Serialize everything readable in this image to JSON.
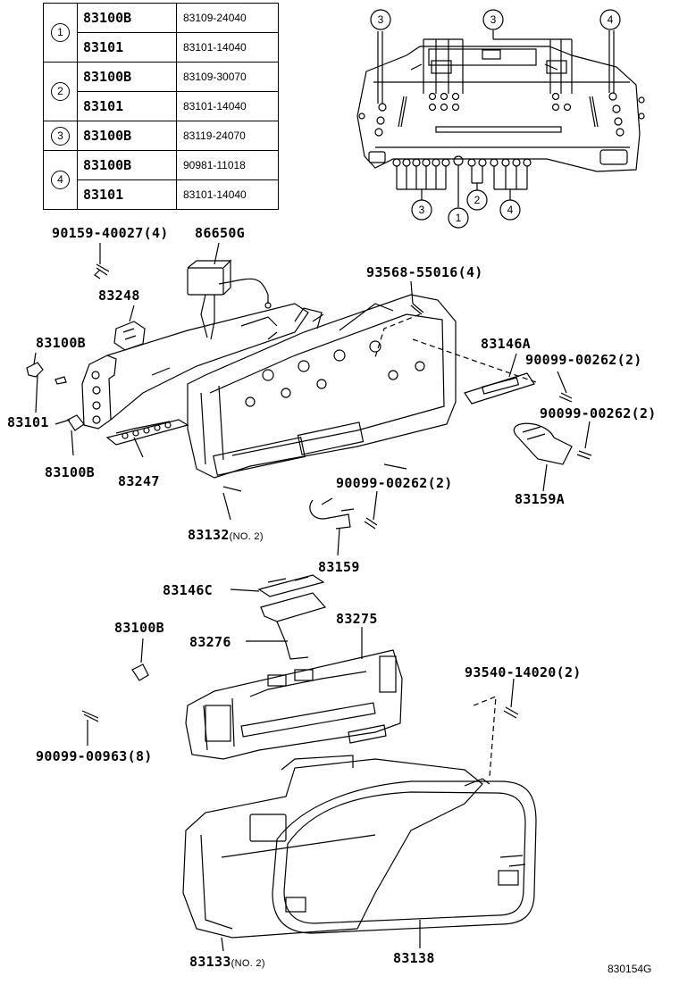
{
  "table": [
    {
      "circle": "1",
      "rows": [
        [
          "83100B",
          "83109-24040"
        ],
        [
          "83101",
          "83101-14040"
        ]
      ]
    },
    {
      "circle": "2",
      "rows": [
        [
          "83100B",
          "83109-30070"
        ],
        [
          "83101",
          "83101-14040"
        ]
      ]
    },
    {
      "circle": "3",
      "rows": [
        [
          "83100B",
          "83119-24070"
        ]
      ]
    },
    {
      "circle": "4",
      "rows": [
        [
          "83100B",
          "90981-11018"
        ],
        [
          "83101",
          "83101-14040"
        ]
      ]
    }
  ],
  "top_circles": {
    "a": "3",
    "b": "3",
    "c": "4"
  },
  "bottom_circles": {
    "a": "3",
    "b": "1",
    "c": "2",
    "d": "4"
  },
  "labels": {
    "p90159": "90159-40027(4)",
    "p86650G": "86650G",
    "p83248": "83248",
    "p93568": "93568-55016(4)",
    "p83100B_a": "83100B",
    "p83146A": "83146A",
    "p90099_a": "90099-00262(2)",
    "p83101": "83101",
    "p90099_b": "90099-00262(2)",
    "p83100B_b": "83100B",
    "p83247": "83247",
    "p90099_c": "90099-00262(2)",
    "p83159A": "83159A",
    "p83132": "83132",
    "p83132_sfx": "(NO. 2)",
    "p83159": "83159",
    "p83146C": "83146C",
    "p83275": "83275",
    "p83100B_c": "83100B",
    "p83276": "83276",
    "p93540": "93540-14020(2)",
    "p90099_d": "90099-00963(8)",
    "p83133": "83133",
    "p83133_sfx": "(NO. 2)",
    "p83138": "83138"
  },
  "figure_ref": "830154G"
}
